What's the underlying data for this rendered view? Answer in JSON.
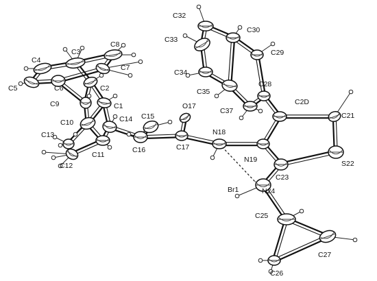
{
  "atoms": [
    {
      "id": "C1",
      "label": "C1"
    },
    {
      "id": "C2",
      "label": "C2"
    },
    {
      "id": "C3",
      "label": "C3"
    },
    {
      "id": "C4",
      "label": "C4"
    },
    {
      "id": "C5",
      "label": "C5"
    },
    {
      "id": "C6",
      "label": "C6"
    },
    {
      "id": "C7",
      "label": "C7"
    },
    {
      "id": "C8",
      "label": "C8"
    },
    {
      "id": "C9",
      "label": "C9"
    },
    {
      "id": "C10",
      "label": "C10"
    },
    {
      "id": "C11",
      "label": "C11"
    },
    {
      "id": "C12",
      "label": "C12"
    },
    {
      "id": "C13",
      "label": "C13"
    },
    {
      "id": "C14",
      "label": "C14"
    },
    {
      "id": "C15",
      "label": "C15"
    },
    {
      "id": "C16",
      "label": "C16"
    },
    {
      "id": "C17",
      "label": "C17"
    },
    {
      "id": "O17",
      "label": "O17"
    },
    {
      "id": "N18",
      "label": "N18"
    },
    {
      "id": "N19",
      "label": "N19"
    },
    {
      "id": "C20",
      "label": "C2D"
    },
    {
      "id": "C21",
      "label": "C21"
    },
    {
      "id": "S22",
      "label": "S22"
    },
    {
      "id": "C23",
      "label": "C23"
    },
    {
      "id": "N24",
      "label": "N24"
    },
    {
      "id": "Br1",
      "label": "Br1"
    },
    {
      "id": "C25",
      "label": "C25"
    },
    {
      "id": "C26",
      "label": "C26"
    },
    {
      "id": "C27",
      "label": "C27"
    },
    {
      "id": "C28",
      "label": "C28"
    },
    {
      "id": "C29",
      "label": "C29"
    },
    {
      "id": "C30",
      "label": "C30"
    },
    {
      "id": "C32",
      "label": "C32"
    },
    {
      "id": "C33",
      "label": "C33"
    },
    {
      "id": "C34",
      "label": "C34"
    },
    {
      "id": "C35",
      "label": "C35"
    },
    {
      "id": "C37",
      "label": "C37"
    }
  ],
  "bonds": [
    [
      "C1",
      "C2"
    ],
    [
      "C2",
      "C3"
    ],
    [
      "C3",
      "C4"
    ],
    [
      "C4",
      "C5"
    ],
    [
      "C5",
      "C6"
    ],
    [
      "C6",
      "C7"
    ],
    [
      "C7",
      "C8"
    ],
    [
      "C8",
      "C3"
    ],
    [
      "C6",
      "C9"
    ],
    [
      "C2",
      "C9"
    ],
    [
      "C9",
      "C10"
    ],
    [
      "C10",
      "C1"
    ],
    [
      "C10",
      "C11"
    ],
    [
      "C11",
      "C12"
    ],
    [
      "C10",
      "C13"
    ],
    [
      "C1",
      "C14"
    ],
    [
      "C14",
      "C11"
    ],
    [
      "C14",
      "C16"
    ],
    [
      "C16",
      "C15"
    ],
    [
      "C16",
      "C17"
    ],
    [
      "C17",
      "O17"
    ],
    [
      "C17",
      "N18"
    ],
    [
      "N18",
      "N19"
    ],
    [
      "N19",
      "C20"
    ],
    [
      "C20",
      "C21"
    ],
    [
      "C21",
      "S22"
    ],
    [
      "S22",
      "C23"
    ],
    [
      "C23",
      "N19"
    ],
    [
      "C23",
      "N24"
    ],
    [
      "N24",
      "C25"
    ],
    [
      "C25",
      "C26"
    ],
    [
      "C26",
      "C27"
    ],
    [
      "C27",
      "C25"
    ],
    [
      "C20",
      "C28"
    ],
    [
      "C28",
      "C29"
    ],
    [
      "C29",
      "C30"
    ],
    [
      "C30",
      "C32"
    ],
    [
      "C32",
      "C33"
    ],
    [
      "C33",
      "C34"
    ],
    [
      "C34",
      "C35"
    ],
    [
      "C35",
      "C37"
    ],
    [
      "C37",
      "C28"
    ],
    [
      "C35",
      "C30"
    ]
  ],
  "hbonds": [
    [
      "N18",
      "Br1"
    ],
    [
      "N24",
      "Br1"
    ]
  ]
}
